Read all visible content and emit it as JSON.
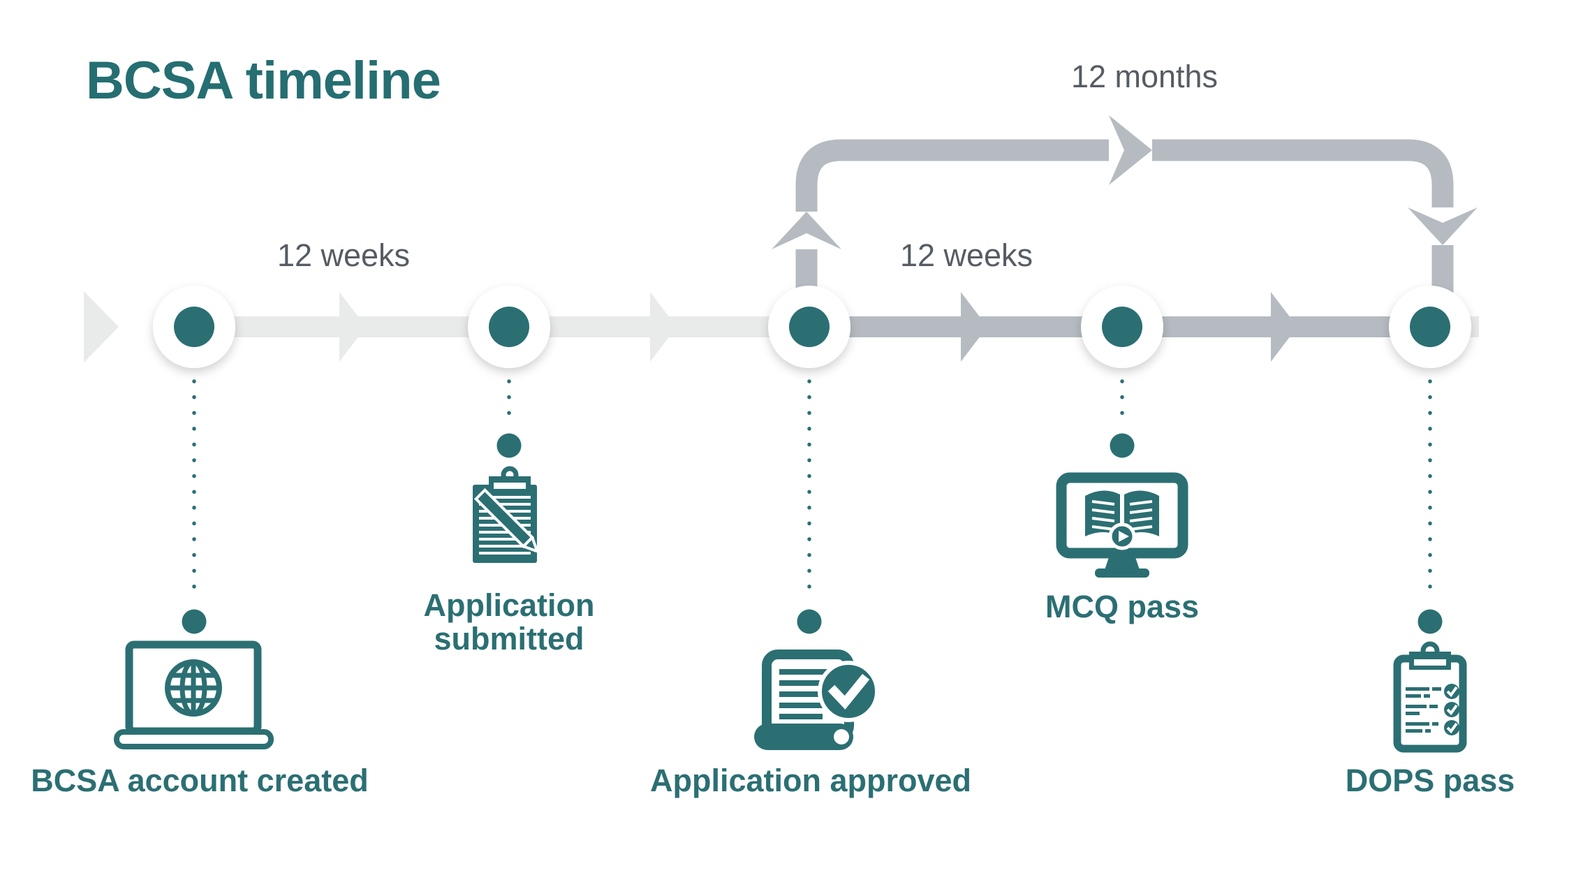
{
  "title": "BCSA timeline",
  "intervals": {
    "segment1": "12 weeks",
    "segment2": "12 weeks",
    "loop": "12 months"
  },
  "milestones": [
    {
      "label": "BCSA account created",
      "icon": "laptop-globe"
    },
    {
      "label": "Application submitted",
      "icon": "clipboard-pen"
    },
    {
      "label": "Application approved",
      "icon": "document-check"
    },
    {
      "label": "MCQ pass",
      "icon": "monitor-book"
    },
    {
      "label": "DOPS pass",
      "icon": "checklist-clipboard"
    }
  ],
  "colors": {
    "teal": "#2b6f73",
    "arrow_gray": "#b5bbc1",
    "track_gray": "#e9eaea",
    "label_gray": "#565c63"
  }
}
